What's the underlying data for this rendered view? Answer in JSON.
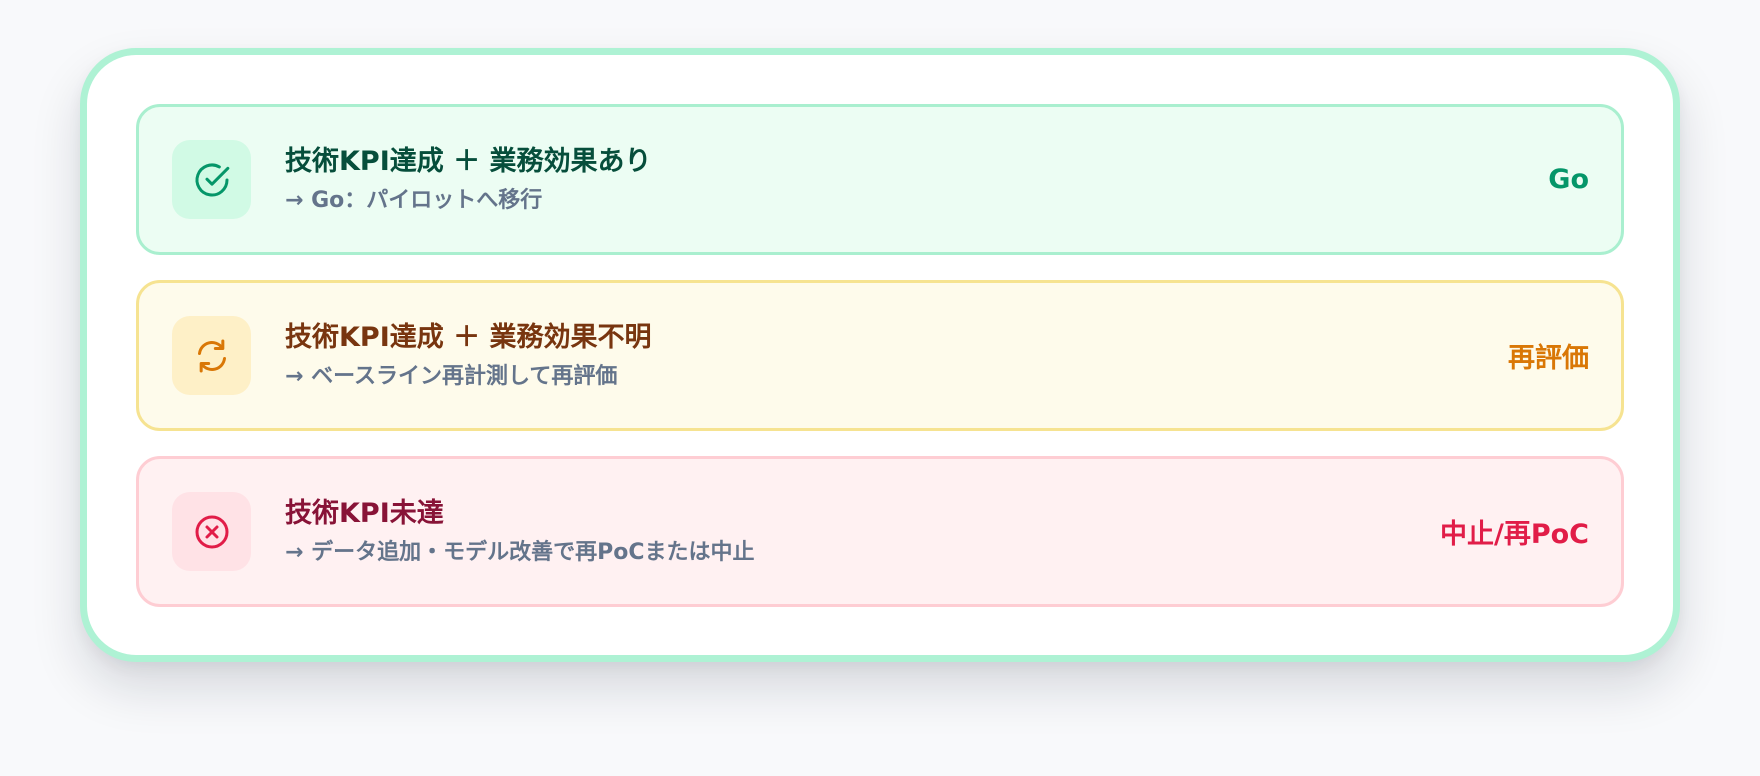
{
  "decisions": [
    {
      "title": "技術KPI達成 ＋ 業務効果あり",
      "subtitle": "→ Go：パイロットへ移行",
      "verdict": "Go",
      "icon": "check-circle-icon",
      "accent": "#059669"
    },
    {
      "title": "技術KPI達成 ＋ 業務効果不明",
      "subtitle": "→ ベースライン再計測して再評価",
      "verdict": "再評価",
      "icon": "refresh-icon",
      "accent": "#d97706"
    },
    {
      "title": "技術KPI未達",
      "subtitle": "→ データ追加・モデル改善で再PoCまたは中止",
      "verdict": "中止/再PoC",
      "icon": "x-circle-icon",
      "accent": "#e11d48"
    }
  ]
}
